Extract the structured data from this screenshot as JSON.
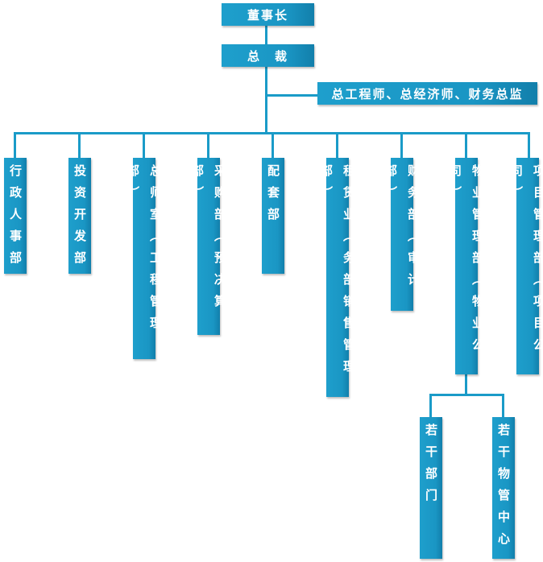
{
  "top": {
    "chairman": "董事长",
    "president": "总　裁",
    "advisors": "总工程师、总经济师、财务总监"
  },
  "departments": [
    "行政人事部",
    "投资开发部",
    "总师室（工程管理部）",
    "采购部（预决算部）",
    "配套部",
    "租赁业（务部销售管理部）",
    "财务部（审计部）",
    "物业管理部（物业公司）",
    "项目管理部（项目公司）"
  ],
  "sub_departments": [
    "若干部门",
    "若干物管中心"
  ],
  "colors": {
    "box": "#1a9bc8",
    "line": "#1a9bc8",
    "text": "#ffffff"
  }
}
